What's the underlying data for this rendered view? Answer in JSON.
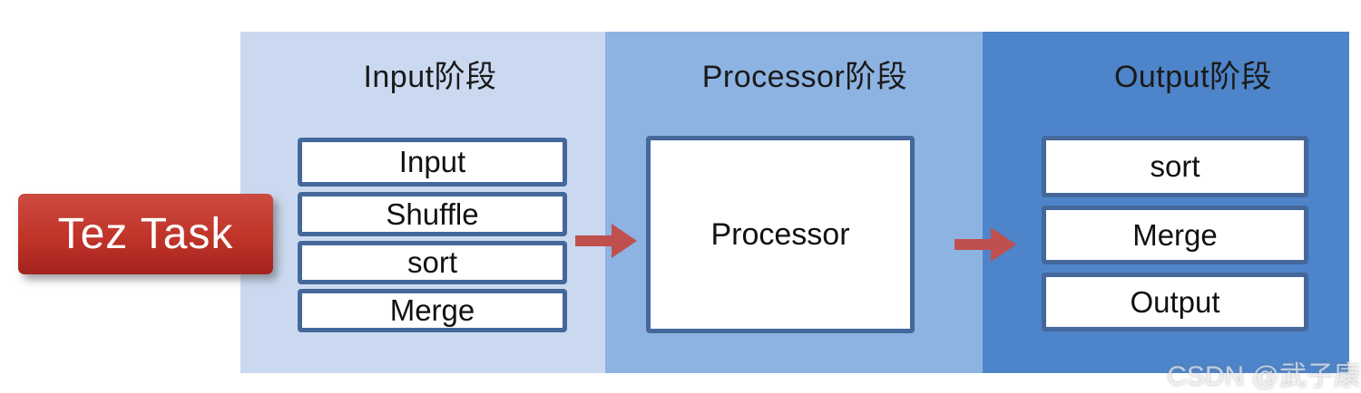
{
  "badge": {
    "label": "Tez Task"
  },
  "panels": [
    {
      "title": "Input阶段",
      "boxes": [
        "Input",
        "Shuffle",
        "sort",
        "Merge"
      ]
    },
    {
      "title": "Processor阶段",
      "boxes": [
        "Processor"
      ]
    },
    {
      "title": "Output阶段",
      "boxes": [
        "sort",
        "Merge",
        "Output"
      ]
    }
  ],
  "arrows": [
    {
      "name": "input-to-processor"
    },
    {
      "name": "processor-to-output"
    }
  ],
  "watermark": {
    "text": "CSDN @武子康"
  },
  "colors": {
    "panel_input_bg": "#cbd9f0",
    "panel_processor_bg": "#8db3e2",
    "panel_output_bg": "#4e84c9",
    "step_box_border": "#44689b",
    "step_box_bg": "#ffffff",
    "arrow_red": "#c0504d",
    "badge_red_top": "#cc4a41",
    "badge_red_bottom": "#a3231e",
    "heading_text": "#1a1a1a",
    "box_text": "#111111",
    "badge_text": "#ffffff"
  }
}
